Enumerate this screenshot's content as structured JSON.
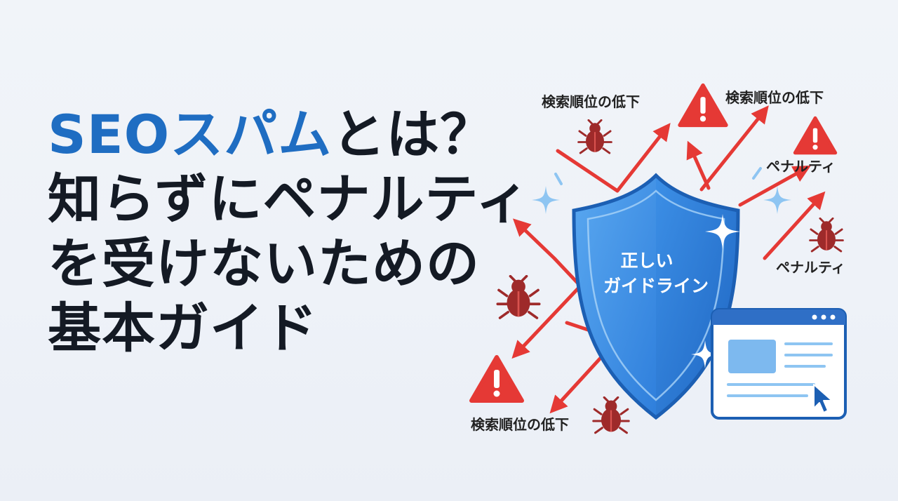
{
  "headline": {
    "accent": "SEOスパム",
    "line1_rest": "とは？",
    "line2": "知らずにペナルティ",
    "line3": "を受けないための",
    "line4": "基本ガイド"
  },
  "shield": {
    "line1": "正しい",
    "line2": "ガイドライン"
  },
  "labels": {
    "top_left": "検索順位の低下",
    "top_right": "検索順位の低下",
    "right_upper": "ペナルティ",
    "right_lower": "ペナルティ",
    "bottom": "検索順位の低下"
  },
  "colors": {
    "accent_blue": "#1f6dc2",
    "text_dark": "#141a24",
    "shield_blue": "#3a8ee6",
    "shield_dark": "#1c5fb3",
    "warning_red": "#e53935",
    "bug_red": "#9e2a2a",
    "sparkle": "#8ec5f2"
  },
  "icons": [
    "shield-icon",
    "warning-icon",
    "bug-icon",
    "sparkle-icon",
    "browser-window-icon",
    "cursor-icon"
  ]
}
